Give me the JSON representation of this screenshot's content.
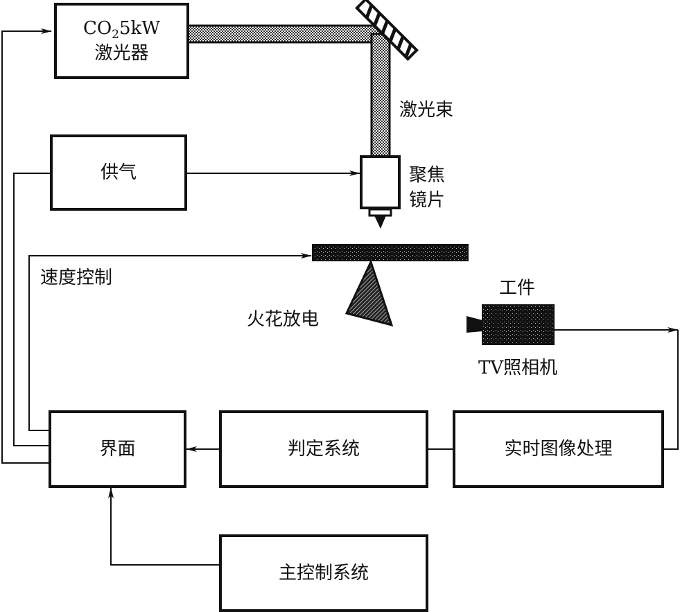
{
  "diagram": {
    "boxes": {
      "laser": {
        "line1_a": "CO",
        "line1_sub": "2",
        "line1_b": "5kW",
        "line2": "激光器"
      },
      "gas_supply": {
        "label": "供气"
      },
      "interface": {
        "label": "界面"
      },
      "judgment": {
        "label": "判定系统"
      },
      "image_processing": {
        "label": "实时图像处理"
      },
      "main_control": {
        "label": "主控制系统"
      }
    },
    "labels": {
      "laser_beam": "激光束",
      "focus_lens_1": "聚焦",
      "focus_lens_2": "镜片",
      "speed_control": "速度控制",
      "spark_discharge": "火花放电",
      "workpiece": "工件",
      "tv_camera": "TV照相机"
    },
    "colors": {
      "stroke": "#111111",
      "background": "#ffffff",
      "beam_fill": "#8a8a8a"
    }
  }
}
